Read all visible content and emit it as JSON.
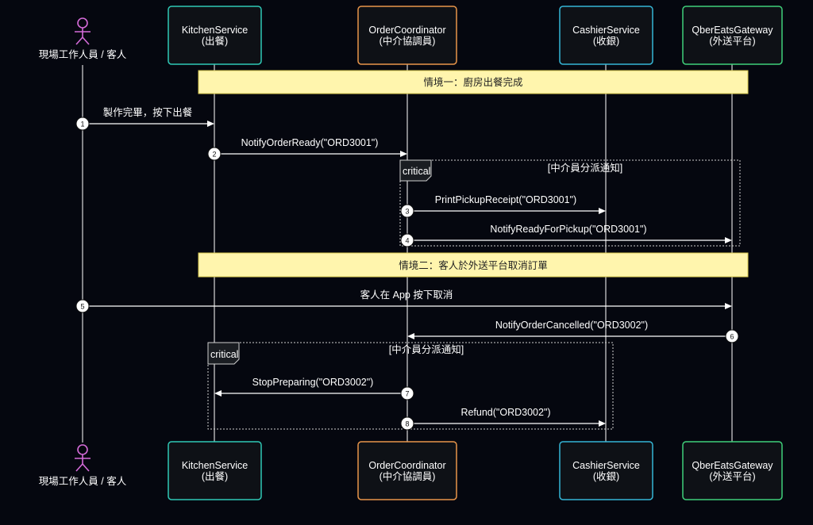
{
  "actors": [
    {
      "id": "a0",
      "kind": "person",
      "name": "現場工作人員 / 客人",
      "color": "#d46bd8"
    },
    {
      "id": "a1",
      "kind": "box",
      "name": "KitchenService",
      "sub": "(出餐)",
      "color": "#2fc9b6"
    },
    {
      "id": "a2",
      "kind": "box",
      "name": "OrderCoordinator",
      "sub": "(中介協調員)",
      "color": "#e8954a"
    },
    {
      "id": "a3",
      "kind": "box",
      "name": "CashierService",
      "sub": "(收銀)",
      "color": "#35b6d6"
    },
    {
      "id": "a4",
      "kind": "box",
      "name": "QberEatsGateway",
      "sub": "(外送平台)",
      "color": "#3fd07a"
    }
  ],
  "notes": [
    {
      "text": "情境一：廚房出餐完成"
    },
    {
      "text": "情境二：客人於外送平台取消訂單"
    }
  ],
  "fragments": [
    {
      "kind": "critical",
      "label": "[中介員分派通知]"
    },
    {
      "kind": "critical",
      "label": "[中介員分派通知]"
    }
  ],
  "messages": [
    {
      "num": "1",
      "text": "製作完畢，按下出餐"
    },
    {
      "num": "2",
      "text": "NotifyOrderReady(\"ORD3001\")"
    },
    {
      "num": "3",
      "text": "PrintPickupReceipt(\"ORD3001\")"
    },
    {
      "num": "4",
      "text": "NotifyReadyForPickup(\"ORD3001\")"
    },
    {
      "num": "5",
      "text": "客人在 App 按下取消"
    },
    {
      "num": "6",
      "text": "NotifyOrderCancelled(\"ORD3002\")"
    },
    {
      "num": "7",
      "text": "StopPreparing(\"ORD3002\")"
    },
    {
      "num": "8",
      "text": "Refund(\"ORD3002\")"
    }
  ]
}
